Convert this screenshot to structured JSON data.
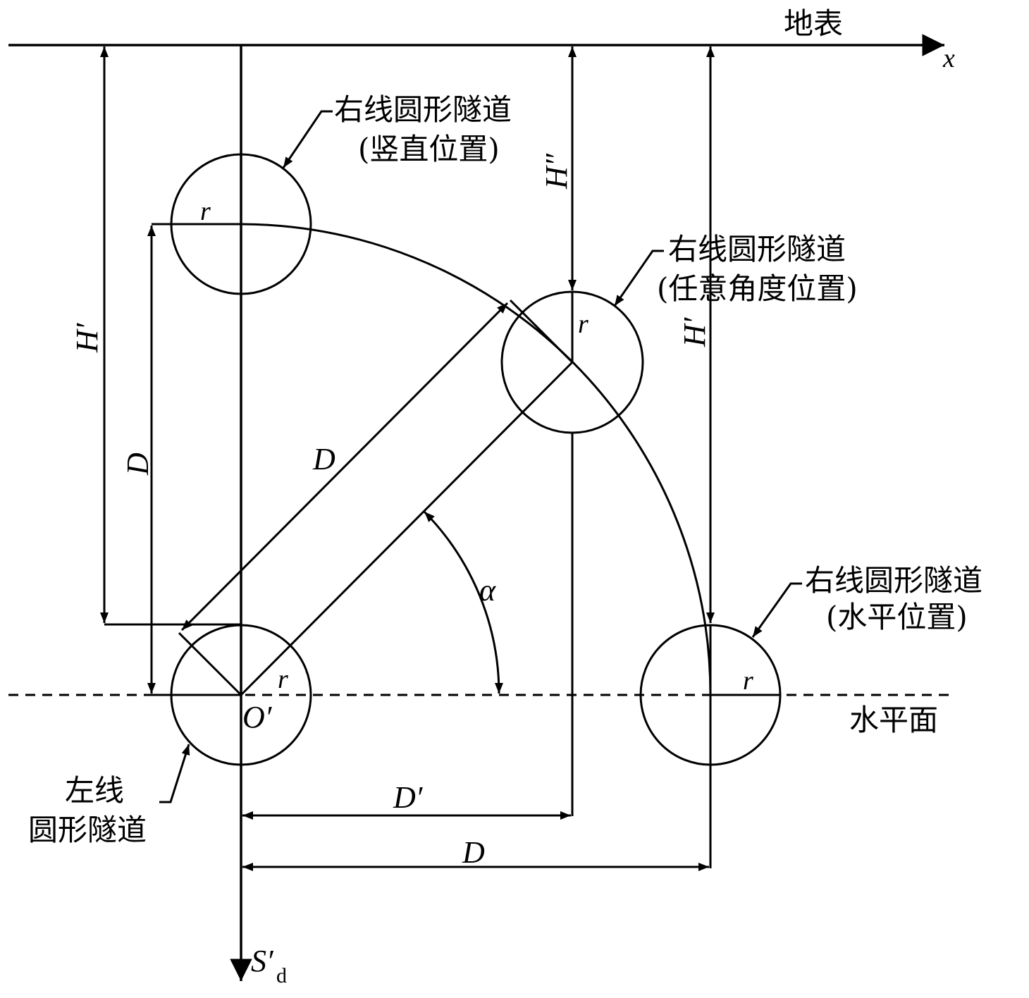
{
  "diagram": {
    "labels": {
      "surface": "地表",
      "x_axis": "x",
      "horizontal_plane": "水平面",
      "s_axis": "S′",
      "s_axis_sub": "d",
      "origin": "O′"
    },
    "tunnels": {
      "vertical": {
        "line1": "右线圆形隧道",
        "line2": "(竖直位置)"
      },
      "arbitrary": {
        "line1": "右线圆形隧道",
        "line2": "(任意角度位置)"
      },
      "horizontal": {
        "line1": "右线圆形隧道",
        "line2": "(水平位置)"
      },
      "left": {
        "line1": "左线",
        "line2": "圆形隧道"
      }
    },
    "dimensions": {
      "h_prime_left": "H′",
      "h_double_prime": "H″",
      "h_prime_right": "H′",
      "d_vertical": "D",
      "d_diagonal": "D",
      "d_prime": "D′",
      "d_horizontal": "D",
      "angle": "α",
      "r_vertical": "r",
      "r_arbitrary": "r",
      "r_left": "r",
      "r_horizontal": "r"
    },
    "color_stroke": "#000000"
  }
}
